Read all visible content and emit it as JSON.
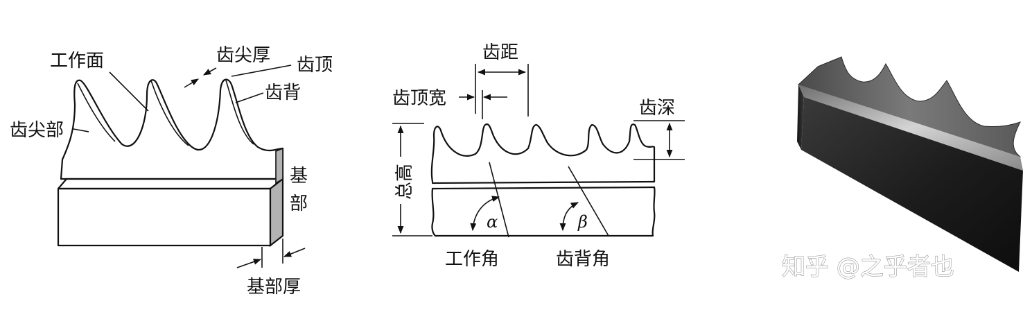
{
  "left_panel": {
    "labels": {
      "working_face": "工作面",
      "tip_thickness": "齿尖厚",
      "tooth_top": "齿顶",
      "tooth_back": "齿背",
      "tip_part": "齿尖部",
      "base_1": "基",
      "base_2": "部",
      "base_thickness": "基部厚"
    },
    "colors": {
      "side_face": "#b3b3b3",
      "line": "#111111"
    }
  },
  "middle_panel": {
    "labels": {
      "pitch": "齿距",
      "top_width": "齿顶宽",
      "depth": "齿深",
      "total_height": "总高",
      "working_angle": "工作角",
      "back_angle": "齿背角",
      "alpha": "α",
      "beta": "β"
    }
  },
  "right_panel": {
    "watermark": "知乎 @之乎者也",
    "colors": {
      "dark": "#2b2b2b",
      "light": "#b9b9b9"
    }
  }
}
